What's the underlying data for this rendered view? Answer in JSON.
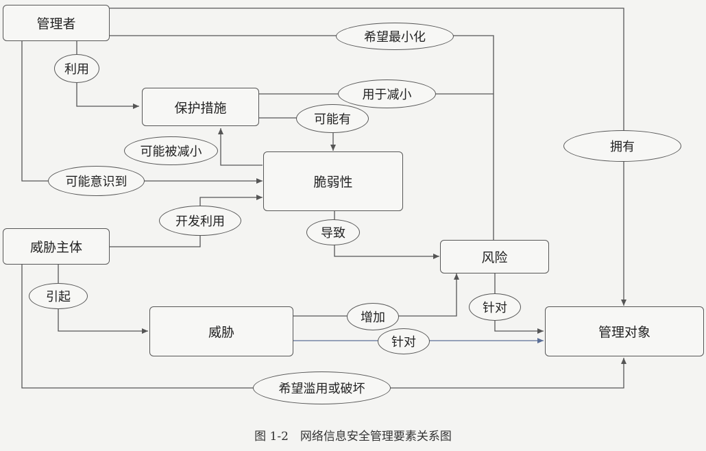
{
  "nodes": {
    "manager": "管理者",
    "protection": "保护措施",
    "vulnerability": "脆弱性",
    "threat_agent": "威胁主体",
    "risk": "风险",
    "threat": "威胁",
    "managed_object": "管理对象"
  },
  "relations": {
    "use": "利用",
    "minimize": "希望最小化",
    "reduce": "用于减小",
    "may_have": "可能有",
    "may_be_reduced": "可能被减小",
    "may_realize": "可能意识到",
    "exploit": "开发利用",
    "lead_to": "导致",
    "cause": "引起",
    "target_risk": "针对",
    "increase": "增加",
    "target_threat": "针对",
    "own": "拥有",
    "abuse": "希望滥用或破坏"
  },
  "caption": "图 1-2　网络信息安全管理要素关系图",
  "colors": {
    "line": "#555555",
    "threat_target_line": "#5a6e96"
  }
}
